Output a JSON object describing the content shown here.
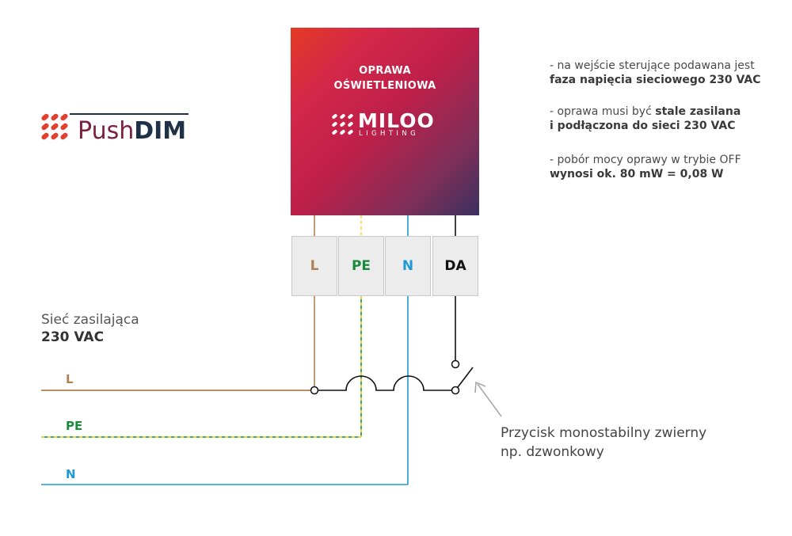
{
  "logo": {
    "prefix": "Push",
    "suffix": "DIM",
    "colors": {
      "icon": "#e2402f",
      "prefix": "#7a2040",
      "suffix": "#1f3146",
      "rule": "#1f3146"
    }
  },
  "fixture": {
    "title_line1": "OPRAWA",
    "title_line2": "OŚWIETLENIOWA",
    "brand_name": "MILOO",
    "brand_sub": "LIGHTING",
    "colors": {
      "gradient_start": "#e43a24",
      "gradient_mid": "#bd1f4a",
      "gradient_end": "#3a3060"
    }
  },
  "terminals": [
    {
      "label": "L",
      "color": "#b08050"
    },
    {
      "label": "PE",
      "color": "#1a8a3c"
    },
    {
      "label": "N",
      "color": "#1e9ad6"
    },
    {
      "label": "DA",
      "color": "#111111"
    }
  ],
  "supply": {
    "title": "Sieć zasilająca",
    "voltage": "230 VAC",
    "wires": [
      {
        "label": "L",
        "color": "#b08050"
      },
      {
        "label": "PE",
        "color": "#1a8a3c",
        "dash_color": "#f2dc3a"
      },
      {
        "label": "N",
        "color": "#1e9ad6"
      }
    ]
  },
  "button": {
    "line1": "Przycisk monostabilny zwierny",
    "line2": "np. dzwonkowy"
  },
  "notes": [
    {
      "normal": "- na wejście sterujące podawana jest",
      "bold": "faza napięcia sieciowego 230 VAC",
      "bold_inline": "",
      "trailing": ""
    },
    {
      "normal": "- oprawa musi być ",
      "bold_inline": "stale zasilana",
      "bold": "i podłączona do sieci 230 VAC",
      "trailing": ""
    },
    {
      "normal": "- pobór mocy oprawy w trybie OFF",
      "bold": "wynosi ok. 80 mW = 0,08 W",
      "bold_inline": "",
      "trailing": ""
    }
  ]
}
